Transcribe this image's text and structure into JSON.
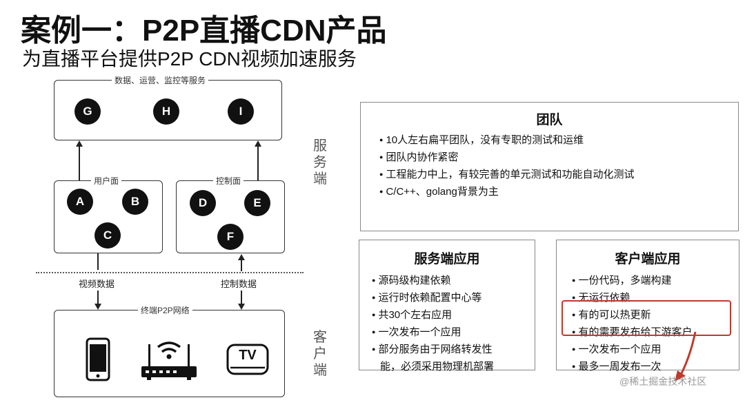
{
  "header": {
    "title": "案例一：P2P直播CDN产品",
    "subtitle": "为直播平台提供P2P CDN视频加速服务"
  },
  "diagram": {
    "top_box": {
      "label": "数据、运营、监控等服务",
      "nodes": [
        "G",
        "H",
        "I"
      ]
    },
    "user_plane": {
      "label": "用户面",
      "nodes": [
        "A",
        "B",
        "C"
      ]
    },
    "control_plane": {
      "label": "控制面",
      "nodes": [
        "D",
        "E",
        "F"
      ]
    },
    "video_data_label": "视频数据",
    "control_data_label": "控制数据",
    "terminal_box": {
      "label": "终端P2P网络",
      "tv_text": "TV",
      "devices": [
        "phone-icon",
        "router-icon",
        "tv-icon"
      ]
    },
    "server_side_label": [
      "服",
      "务",
      "端"
    ],
    "client_side_label": [
      "客",
      "户",
      "端"
    ]
  },
  "team": {
    "title": "团队",
    "items": [
      "10人左右扁平团队，没有专职的测试和运维",
      "团队内协作紧密",
      "工程能力中上，有较完善的单元测试和功能自动化测试",
      "C/C++、golang背景为主"
    ]
  },
  "server_apps": {
    "title": "服务端应用",
    "items": [
      "源码级构建依赖",
      "运行时依赖配置中心等",
      "共30个左右应用",
      "一次发布一个应用",
      "部分服务由于网络转发性",
      "能，必须采用物理机部署"
    ]
  },
  "client_apps": {
    "title": "客户端应用",
    "items": [
      "一份代码，多端构建",
      "无运行依赖",
      "有的可以热更新",
      "有的需要发布给下游客户",
      "一次发布一个应用",
      "最多一周发布一次"
    ]
  },
  "watermark": "@稀土掘金技术社区",
  "colors": {
    "highlight": "#c0392b",
    "node": "#111111"
  }
}
